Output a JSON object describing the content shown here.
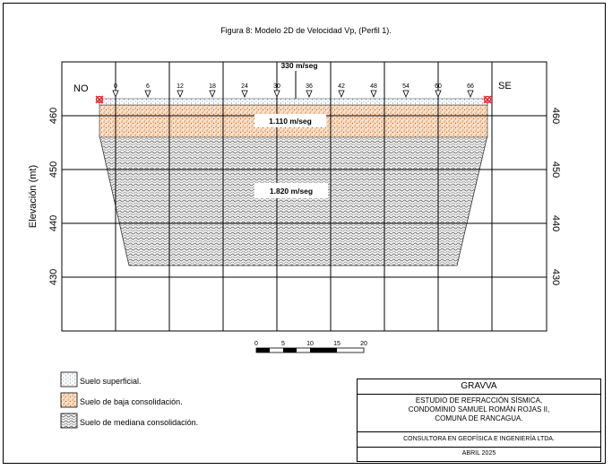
{
  "figure_title": "Figura 8: Modelo 2D de Velocidad Vp, (Perfil 1).",
  "orientation": {
    "left": "NO",
    "right": "SE"
  },
  "y_axis_label": "Elevación (mt)",
  "elevation_ticks": [
    "460",
    "450",
    "440",
    "430"
  ],
  "geophone_ticks": [
    "0",
    "6",
    "12",
    "18",
    "24",
    "30",
    "36",
    "42",
    "48",
    "54",
    "60",
    "66"
  ],
  "layers": [
    {
      "name": "Suelo superficial.",
      "velocity": "330  m/seg",
      "color": "#3a7a4a"
    },
    {
      "name": "Suelo de baja consolidación.",
      "velocity": "1.110  m/seg",
      "color": "#d9782e"
    },
    {
      "name": "Suelo de mediana consolidación.",
      "velocity": "1.820  m/seg",
      "color": "#666666"
    }
  ],
  "scale_bar": {
    "ticks": [
      "0",
      "5",
      "10",
      "15",
      "20"
    ]
  },
  "title_block": {
    "company": "GRAVVA",
    "study": [
      "ESTUDIO DE REFRACCIÓN SÍSMICA,",
      "CONDOMINIO SAMUEL ROMÁN ROJAS II,",
      "COMUNA DE RANCAGUA."
    ],
    "consultant": "CONSULTORA EN GEOFÍSICA E INGENIERÍA LTDA.",
    "date": "ABRIL 2025"
  }
}
